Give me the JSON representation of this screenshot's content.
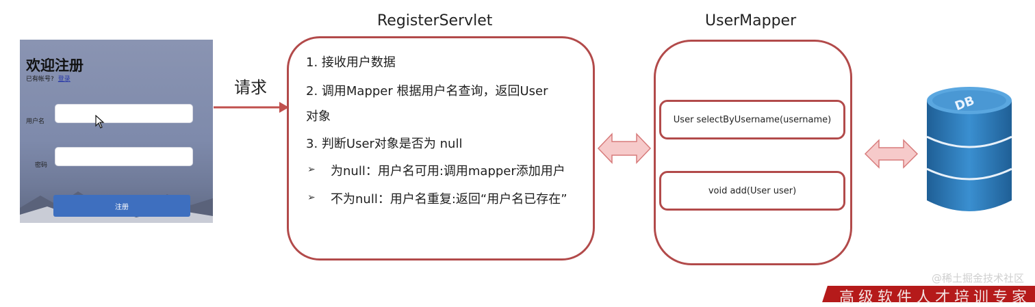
{
  "register_form": {
    "title": "欢迎注册",
    "have_account": "已有帐号?",
    "login_link": "登录",
    "username_label": "用户名",
    "password_label": "密码",
    "submit_label": "注册"
  },
  "arrow_request": {
    "label": "请求"
  },
  "register_servlet": {
    "title": "RegisterServlet",
    "steps": [
      "1. 接收用户数据",
      "2. 调用Mapper 根据用户名查询，返回User",
      "对象",
      "3. 判断User对象是否为 null"
    ],
    "bullets": [
      "为null：用户名可用:调用mapper添加用户",
      "不为null：用户名重复:返回“用户名已存在”"
    ]
  },
  "user_mapper": {
    "title": "UserMapper",
    "methods": [
      "User selectByUsername(username)",
      "void add(User user)"
    ]
  },
  "database": {
    "label": "DB"
  },
  "footer": {
    "watermark": "@稀土掘金技术社区",
    "banner": "高级软件人才培训专家"
  },
  "colors": {
    "box_border": "#b24a4a",
    "arrow_fill": "#f6caca",
    "arrow_stroke": "#d77a7a",
    "db_blue": "#2f78b3",
    "banner_red": "#b51a1a"
  }
}
